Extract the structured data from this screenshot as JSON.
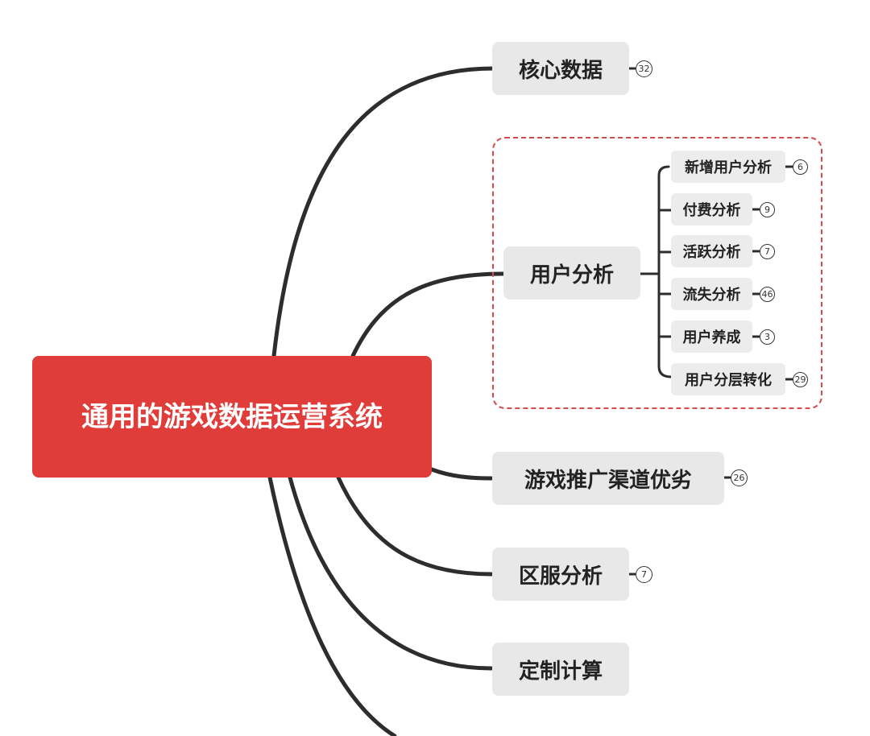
{
  "root": {
    "label": "通用的游戏数据运营系统"
  },
  "branches": [
    {
      "id": "core",
      "label": "核心数据",
      "count": "32"
    },
    {
      "id": "user",
      "label": "用户分析"
    },
    {
      "id": "channel",
      "label": "游戏推广渠道优劣",
      "count": "26"
    },
    {
      "id": "server",
      "label": "区服分析",
      "count": "7"
    },
    {
      "id": "custom",
      "label": "定制计算"
    }
  ],
  "user_children": [
    {
      "label": "新增用户分析",
      "count": "6"
    },
    {
      "label": "付费分析",
      "count": "9"
    },
    {
      "label": "活跃分析",
      "count": "7"
    },
    {
      "label": "流失分析",
      "count": "46"
    },
    {
      "label": "用户养成",
      "count": "3"
    },
    {
      "label": "用户分层转化",
      "count": "29"
    }
  ],
  "colors": {
    "root_fill": "#e03c3a",
    "branch_fill": "#e8e8e8",
    "connector": "#2d2d2d",
    "group_border": "#d8494a"
  }
}
